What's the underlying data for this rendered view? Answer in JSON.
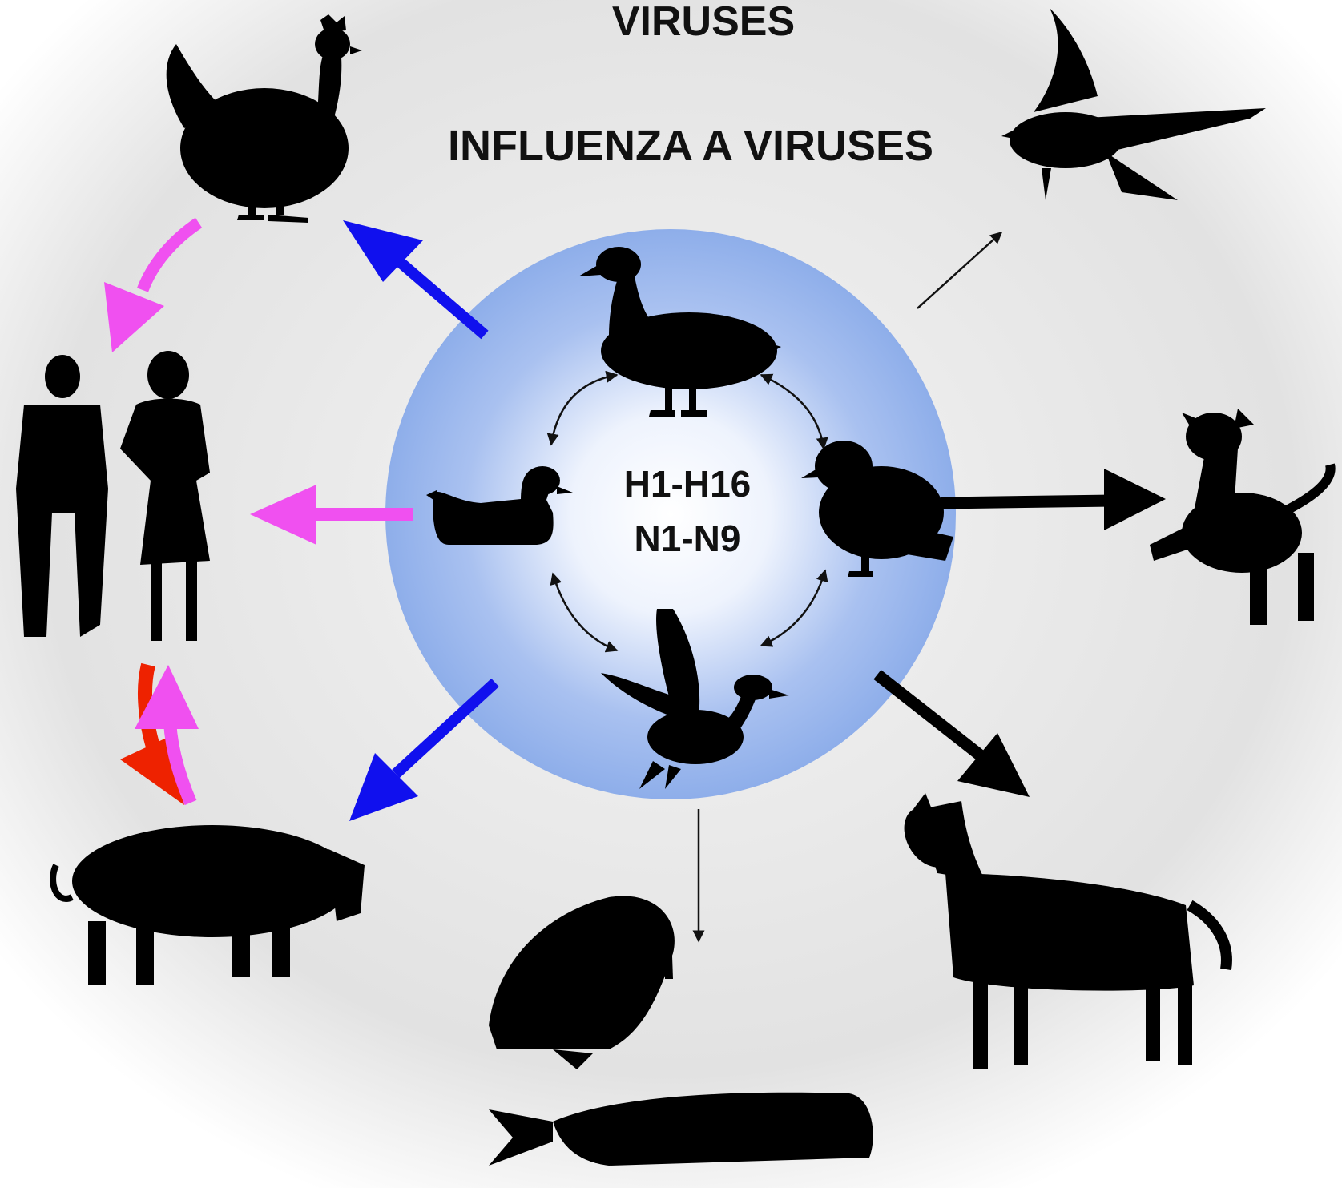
{
  "title_top": "VIRUSES",
  "title_main": "INFLUENZA A VIRUSES",
  "subtypes": {
    "h": "H1-H16",
    "n": "N1-N9"
  },
  "reservoir": [
    "mallard duck",
    "swimming duck",
    "perched duck",
    "flying goose"
  ],
  "hosts": [
    "chicken",
    "humans",
    "pig",
    "raptor bird",
    "dog",
    "horse",
    "walrus",
    "whale"
  ],
  "colors": {
    "background_center": "#ffffff",
    "background_edge": "#cfcfcf",
    "reservoir_edge": "#8fb0ea",
    "reservoir_center": "#ffffff",
    "silhouette": "#000000",
    "arrow_blue": "#1010ee",
    "arrow_magenta": "#f050f0",
    "arrow_red": "#ee2200",
    "arrow_black": "#000000"
  }
}
